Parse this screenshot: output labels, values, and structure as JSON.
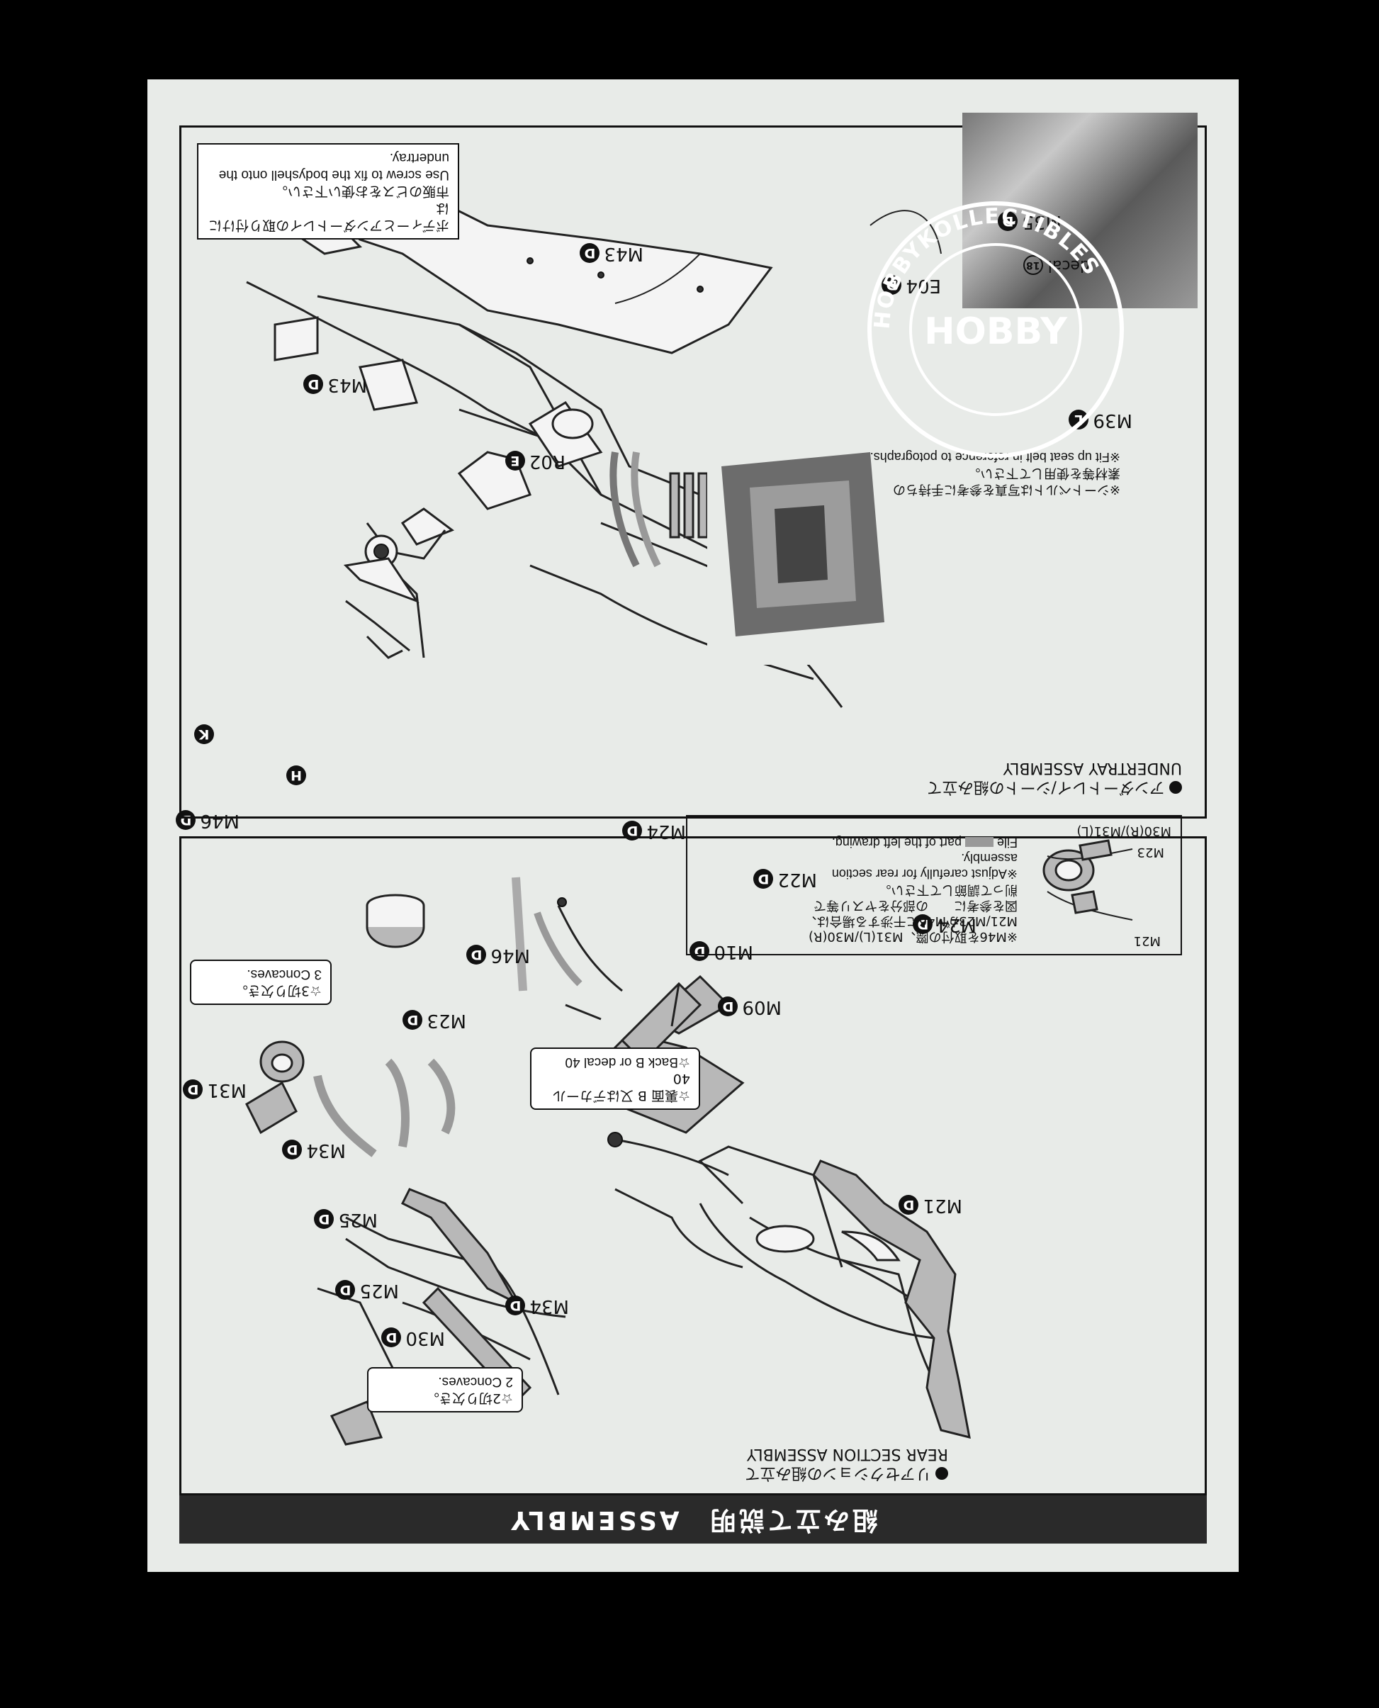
{
  "banner": {
    "title": "組み立て説明　ASSEMBLY"
  },
  "rear_section": {
    "title_jp": "リアセクションの組み立て",
    "title_en": "REAR SECTION ASSEMBLY",
    "labels": {
      "m30": "M30",
      "m25a": "M25",
      "m25b": "M25",
      "m34a": "M34",
      "m34b": "M34",
      "m31": "M31",
      "m23": "M23",
      "m46a": "M46",
      "m46b": "M46",
      "m21": "M21",
      "m09": "M09",
      "m24a": "M24",
      "m24b": "M24",
      "m10": "M10",
      "m22": "M22",
      "h": "H",
      "k": "K"
    },
    "badge_letter": "D",
    "note_two_concaves": {
      "jp": "☆2切り欠き。",
      "en": "2 Concaves."
    },
    "note_three_concaves": {
      "jp": "☆3切り欠き。",
      "en": "3 Concaves."
    },
    "note_back_decal": {
      "jp": "☆裏面 B 又はデカール 40",
      "en": "☆Back B or decal 40"
    },
    "info_box": {
      "m21": "M21",
      "m23": "M23",
      "jp_1": "※M46を取付の際、M31(L)/M30(R)",
      "jp_2": "M21/M23がM46に干渉する場合は、",
      "jp_3": "図を参考に　　の部分をヤスリ等で",
      "jp_4": "削って調節して下さい。",
      "en_1": "※Adjust carefully for rear section",
      "en_2": "assembly.",
      "en_3": "File",
      "en_4": "part of the left drawing.",
      "parts": "M30(R)/M31(L)"
    }
  },
  "undertray": {
    "title_jp": "アンダートレイ/シートの組み立て",
    "title_en": "UNDERTRAY ASSEMBLY",
    "labels": {
      "m43a": "M43",
      "m43b": "M43",
      "r02": "R02",
      "e04": "E04",
      "m35": "M35",
      "m39": "M39",
      "decal": "decal",
      "decal_num": "18"
    },
    "badges": {
      "d": "D",
      "e": "E",
      "l": "L"
    },
    "seatbelt_note": {
      "jp_1": "※シートベルトは写真を参考に手持ちの",
      "jp_2": "素材等を使用して下さい。",
      "en": "※Fit up seat belt in reference to potographs."
    },
    "screw_note": {
      "jp_1": "ボディーとアンダートレイの取り付けには",
      "jp_2": "市販のビスをお使い下さい。",
      "en_1": "Use screw to fix the bodyshell onto the",
      "en_2": "undertray."
    }
  },
  "watermark": {
    "text": "HOBBYKOLLECTIBLES",
    "center": "HOBBY"
  }
}
